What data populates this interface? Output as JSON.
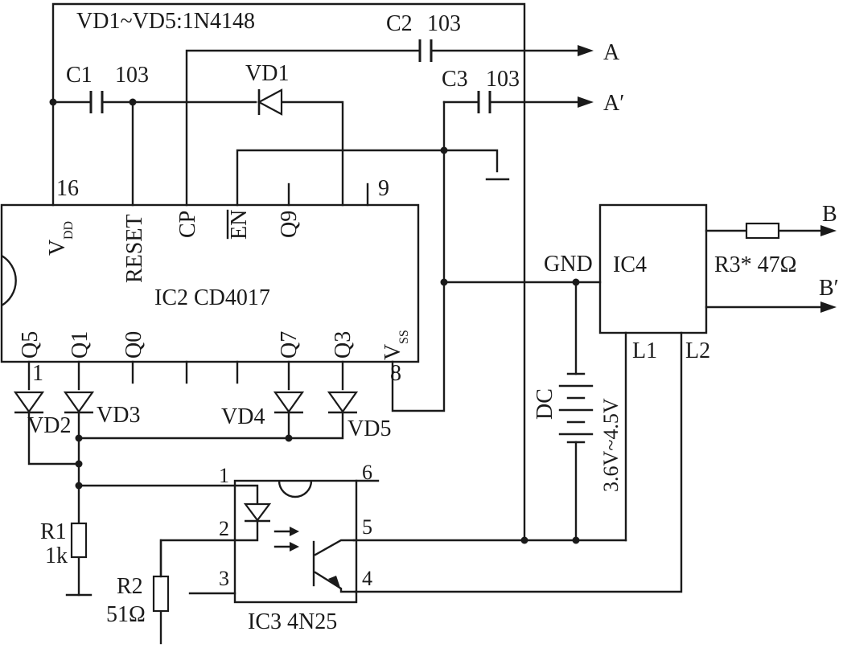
{
  "note": "VD1~VD5:1N4148",
  "capacitors": {
    "c1": {
      "name": "C1",
      "value": "103"
    },
    "c2": {
      "name": "C2",
      "value": "103"
    },
    "c3": {
      "name": "C3",
      "value": "103"
    }
  },
  "outputs": {
    "a": "A",
    "a_prime": "A′",
    "b": "B",
    "b_prime": "B′"
  },
  "ic2": {
    "label": "IC2  CD4017",
    "pin16": "16",
    "pin9": "9",
    "pin8": "8",
    "pin1": "1",
    "vdd": "V",
    "vdd_sub": "DD",
    "vss": "V",
    "vss_sub": "SS",
    "reset": "RESET",
    "cp": "CP",
    "en": "EN",
    "q9": "Q9",
    "q5": "Q5",
    "q1": "Q1",
    "q0": "Q0",
    "q7": "Q7",
    "q3": "Q3"
  },
  "diodes": {
    "vd1": "VD1",
    "vd2": "VD2",
    "vd3": "VD3",
    "vd4": "VD4",
    "vd5": "VD5"
  },
  "ic4": {
    "label": "IC4",
    "gnd": "GND",
    "l1": "L1",
    "l2": "L2"
  },
  "r3": {
    "label": "R3*  47Ω"
  },
  "battery": {
    "name": "DC",
    "voltage": "3.6V~4.5V"
  },
  "ic3": {
    "label": "IC3  4N25",
    "pin1": "1",
    "pin2": "2",
    "pin3": "3",
    "pin4": "4",
    "pin5": "5",
    "pin6": "6"
  },
  "r1": {
    "name": "R1",
    "value": "1k"
  },
  "r2": {
    "name": "R2",
    "value": "51Ω"
  }
}
